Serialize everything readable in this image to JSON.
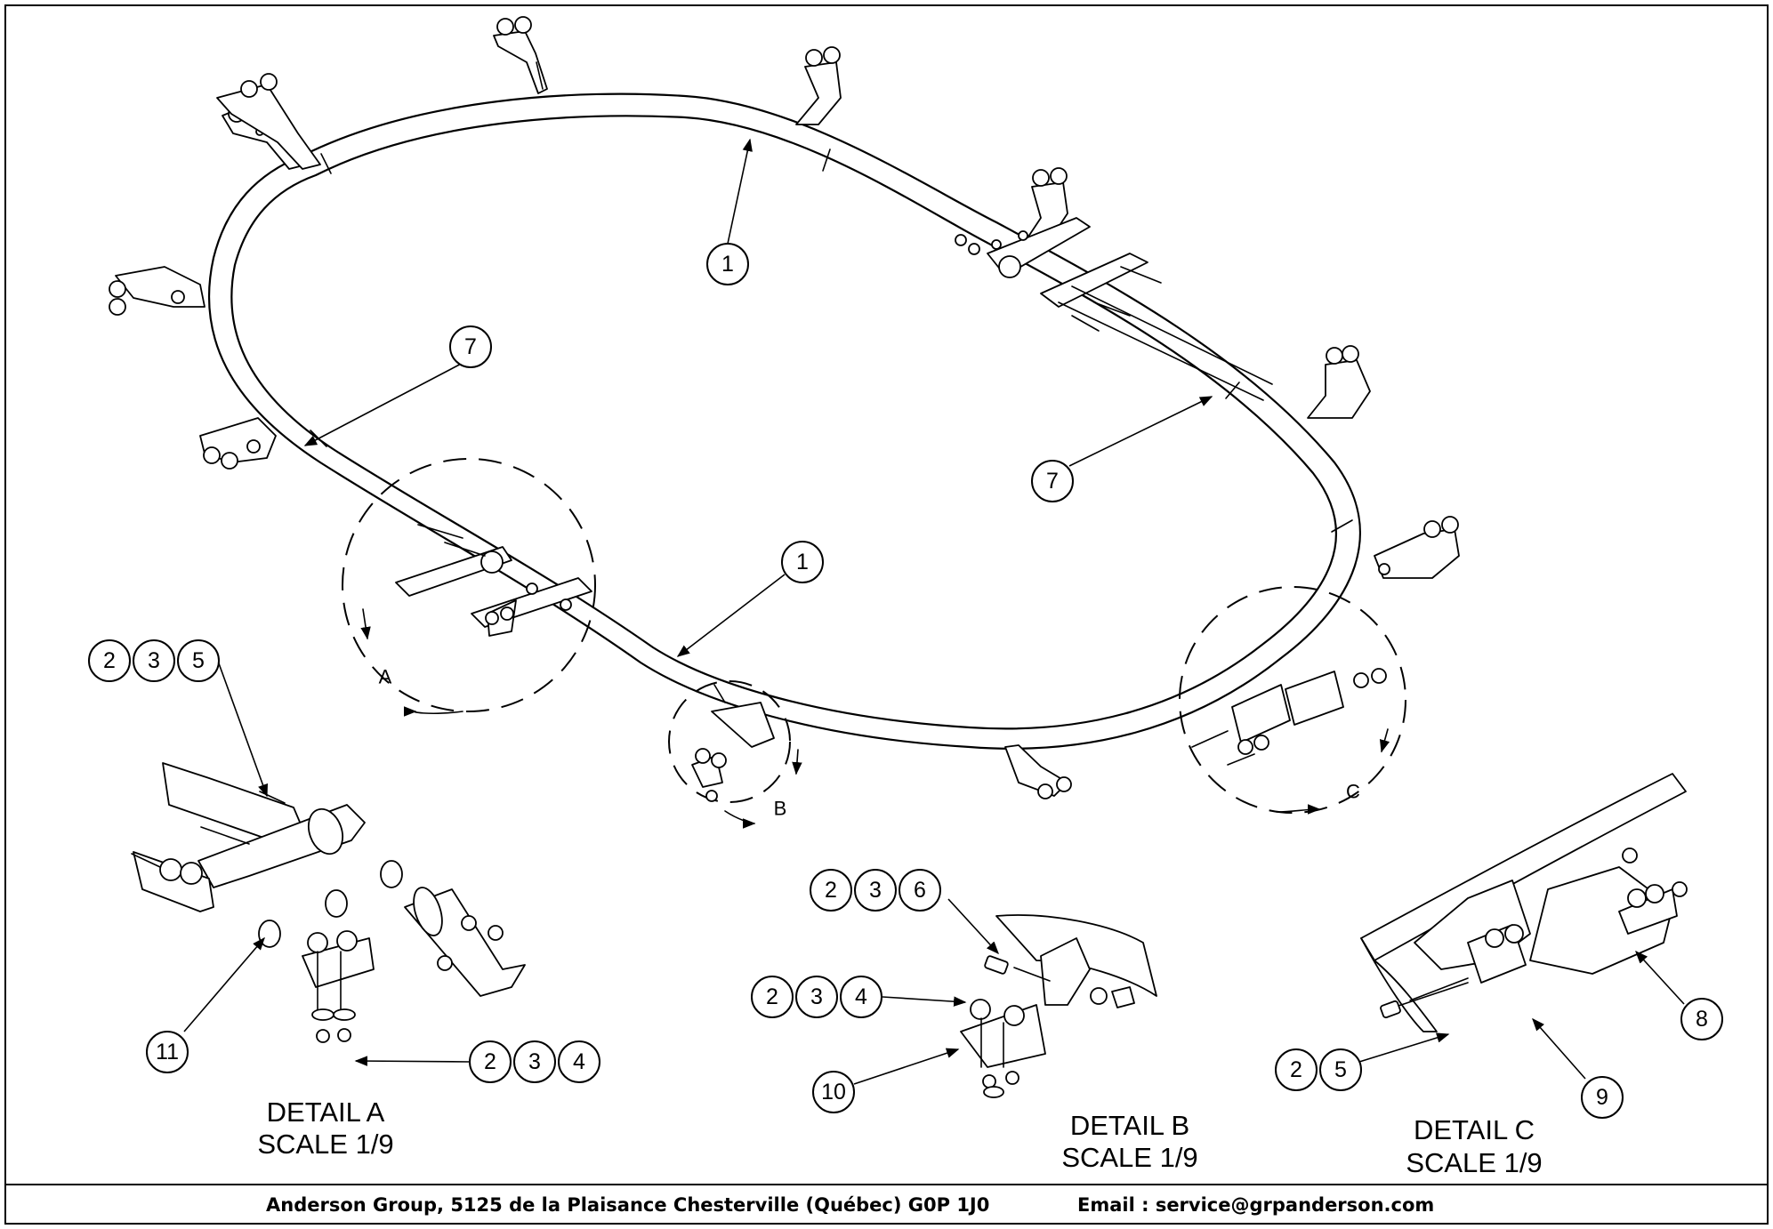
{
  "footer": {
    "company": "Anderson Group, 5125 de la Plaisance Chesterville (Québec) G0P 1J0",
    "email": "Email : service@grpanderson.com"
  },
  "balloons": {
    "b1_top": "1",
    "b1_mid": "1",
    "b7_left": "7",
    "b7_right": "7",
    "b11": "11",
    "b8": "8",
    "b9": "9",
    "b10": "10",
    "a_top": [
      "2",
      "3",
      "5"
    ],
    "a_bottom": [
      "2",
      "3",
      "4"
    ],
    "b_top": [
      "2",
      "3",
      "6"
    ],
    "b_mid": [
      "2",
      "3",
      "4"
    ],
    "c_left": [
      "2",
      "5"
    ]
  },
  "view_labels": {
    "a": "A",
    "b": "B",
    "c": "C"
  },
  "details": {
    "a": {
      "title": "DETAIL  A",
      "scale": "SCALE 1/9"
    },
    "b": {
      "title": "DETAIL  B",
      "scale": "SCALE 1/9"
    },
    "c": {
      "title": "DETAIL  C",
      "scale": "SCALE 1/9"
    }
  }
}
